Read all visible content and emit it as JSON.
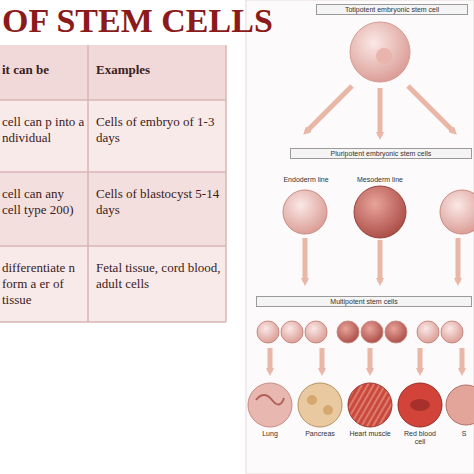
{
  "diagram": {
    "title": "OF STEM CELLS",
    "nodes": [
      {
        "text": [
          "Totipotent embryonic stem cell"
        ]
      },
      {
        "text": [
          "Pluripotent embryonic stem cells"
        ]
      },
      {
        "text": [
          "Multipotent stem cells"
        ]
      }
    ],
    "labels": [
      "it can be",
      "Examples",
      "cell can p into a ndividual",
      "Cells of embryo of 1-3 days",
      "cell can any cell type 200)",
      "Cells of blastocyst 5-14 days",
      "differentiate n form a er of tissue",
      "Fetal tissue, cord blood, adult cells",
      "Endoderm line",
      "Mesoderm line",
      "Lung",
      "Pancreas",
      "Heart muscle",
      "Red blood cell",
      "S"
    ]
  }
}
